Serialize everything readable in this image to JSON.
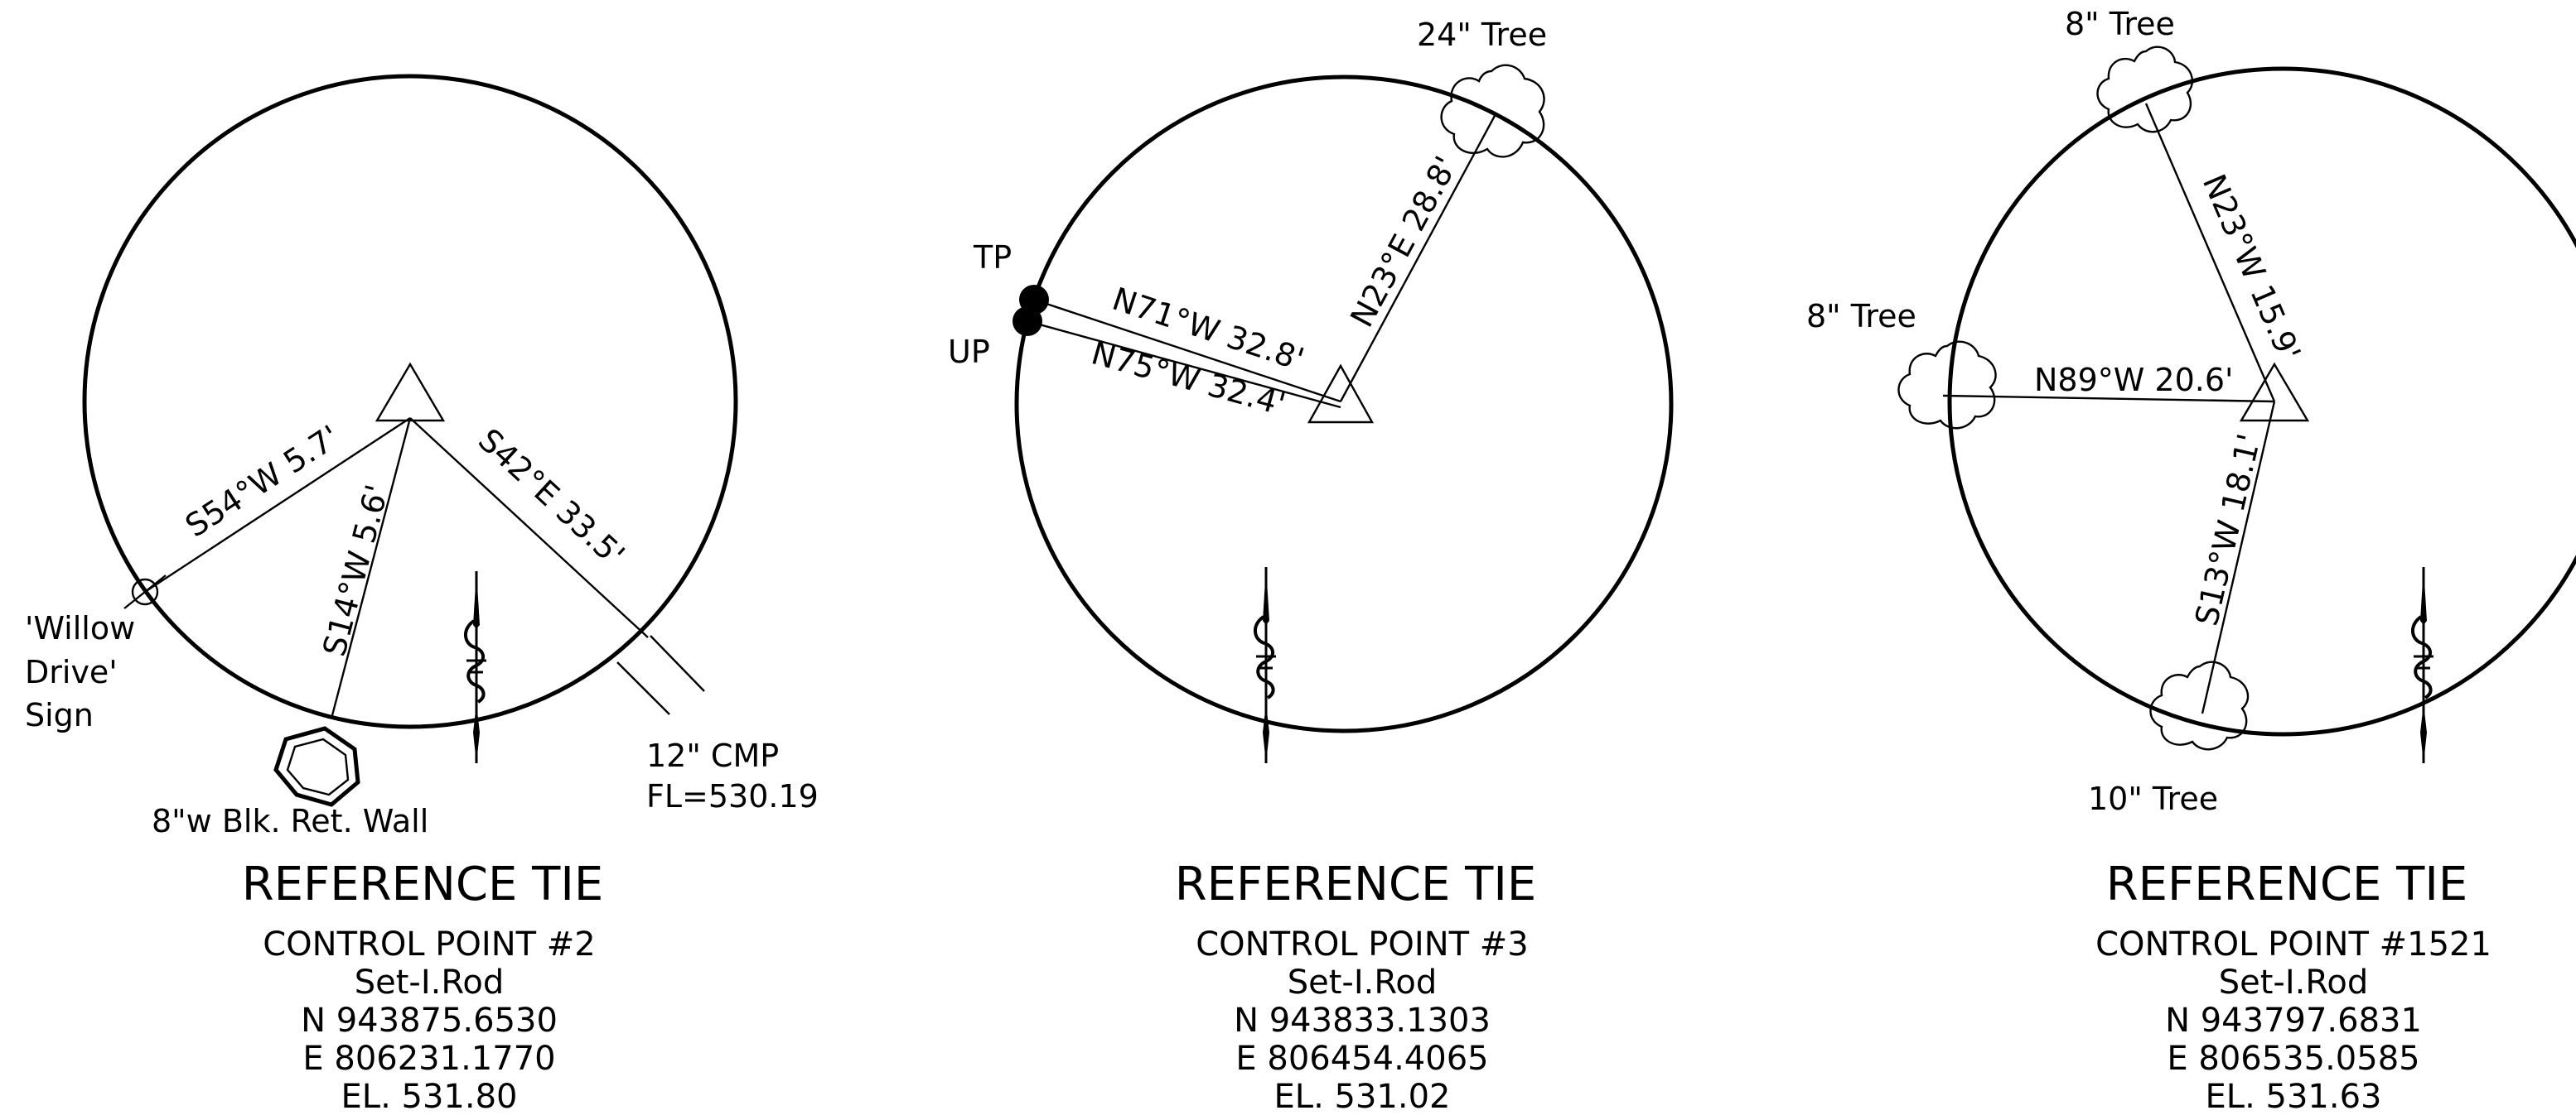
{
  "ties": [
    {
      "id": "cp2",
      "title": "REFERENCE TIE",
      "lines": [
        "CONTROL POINT #2",
        "Set-I.Rod",
        "N 943875.6530",
        "E 806231.1770",
        "EL. 531.80"
      ],
      "bearings": [
        "S54°W 5.7'",
        "S14°W 5.6'",
        "S42°E 33.5'"
      ],
      "features": {
        "sign": [
          "'Willow",
          "Drive'",
          "Sign"
        ],
        "wall": "8\"w Blk. Ret. Wall",
        "cmp": [
          "12\" CMP",
          "FL=530.19"
        ]
      }
    },
    {
      "id": "cp3",
      "title": "REFERENCE TIE",
      "lines": [
        "CONTROL POINT #3",
        "Set-I.Rod",
        "N 943833.1303",
        "E 806454.4065",
        "EL. 531.02"
      ],
      "bearings": [
        "N71°W 32.8'",
        "N75°W 32.4'",
        "N23°E 28.8'"
      ],
      "features": {
        "tp": "TP",
        "up": "UP",
        "tree": "24\" Tree"
      }
    },
    {
      "id": "cp1521",
      "title": "REFERENCE TIE",
      "lines": [
        "CONTROL POINT #1521",
        "Set-I.Rod",
        "N 943797.6831",
        "E 806535.0585",
        "EL. 531.63"
      ],
      "bearings": [
        "N23°W 15.9'",
        "N89°W 20.6'",
        "S13°W 18.1'"
      ],
      "features": {
        "tree_top": "8\" Tree",
        "tree_left": "8\" Tree",
        "tree_bottom": "10\" Tree"
      }
    }
  ]
}
